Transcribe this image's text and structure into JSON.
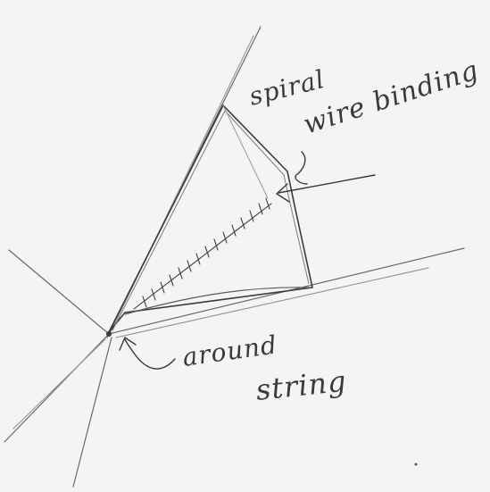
{
  "annotations": {
    "top": [
      "spiral",
      "wire binding"
    ],
    "bottom": [
      "around",
      "string"
    ]
  },
  "colors": {
    "paper": "#f4f4f2",
    "pencil": "#3a3a3a",
    "pencil_light": "#8a8a8a"
  }
}
